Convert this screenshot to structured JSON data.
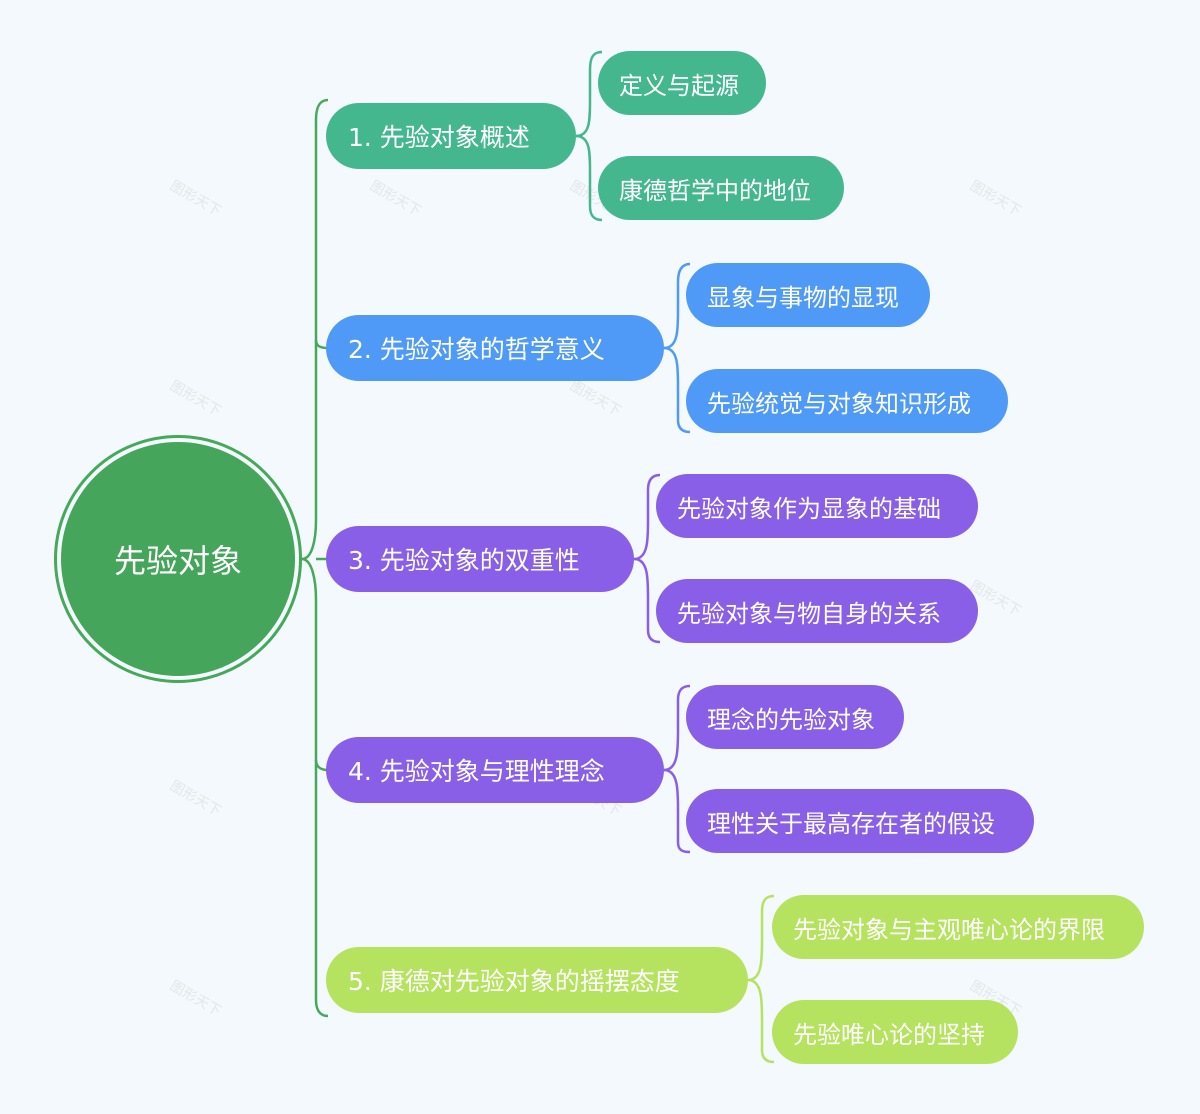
{
  "watermark": "图形天下",
  "root": {
    "label": "先验对象"
  },
  "branches": [
    {
      "label": "1. 先验对象概述",
      "color": "#45b78f",
      "children": [
        "定义与起源",
        "康德哲学中的地位"
      ]
    },
    {
      "label": "2. 先验对象的哲学意义",
      "color": "#4f9af6",
      "children": [
        "显象与事物的显现",
        "先验统觉与对象知识形成"
      ]
    },
    {
      "label": "3. 先验对象的双重性",
      "color": "#8a5fe8",
      "children": [
        "先验对象作为显象的基础",
        "先验对象与物自身的关系"
      ]
    },
    {
      "label": "4. 先验对象与理性理念",
      "color": "#8a5fe8",
      "children": [
        "理念的先验对象",
        "理性关于最高存在者的假设"
      ]
    },
    {
      "label": "5. 康德对先验对象的摇摆态度",
      "color": "#b5e35f",
      "children": [
        "先验对象与主观唯心论的界限",
        "先验唯心论的坚持"
      ]
    }
  ],
  "trunk_color": "#46a85a"
}
